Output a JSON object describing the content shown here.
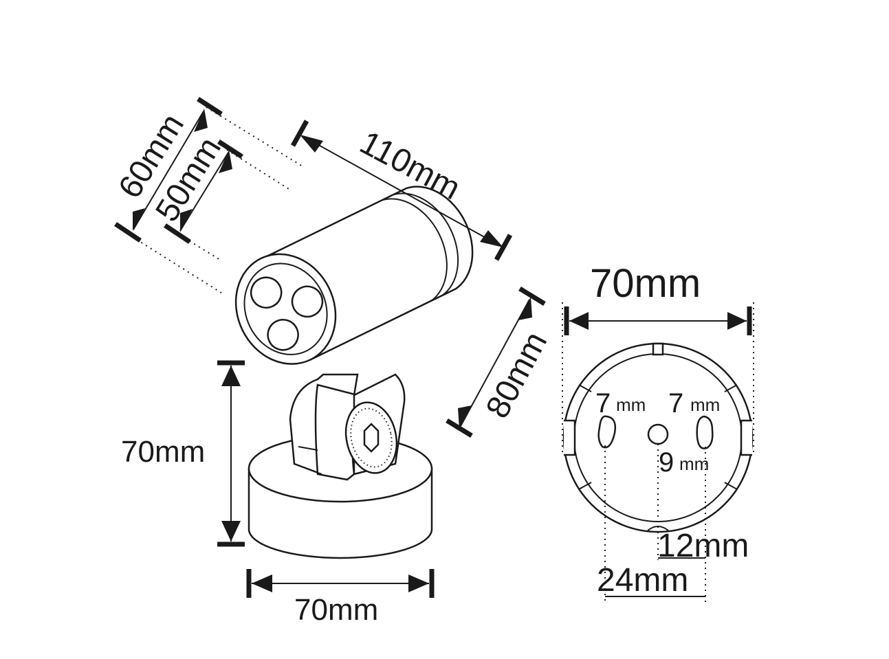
{
  "spotlight": {
    "dims": {
      "head_outer_diameter": "60mm",
      "head_inner_diameter": "50mm",
      "head_length": "110mm",
      "body_height": "80mm",
      "total_height": "70mm",
      "base_width": "70mm"
    }
  },
  "base_plate": {
    "dims": {
      "outer_diameter": "70mm",
      "slot_left": {
        "value": "7",
        "unit": "mm"
      },
      "slot_right": {
        "value": "7",
        "unit": "mm"
      },
      "center_hole": {
        "value": "9",
        "unit": "mm"
      },
      "offset": "12mm",
      "slot_spacing": "24mm"
    }
  }
}
